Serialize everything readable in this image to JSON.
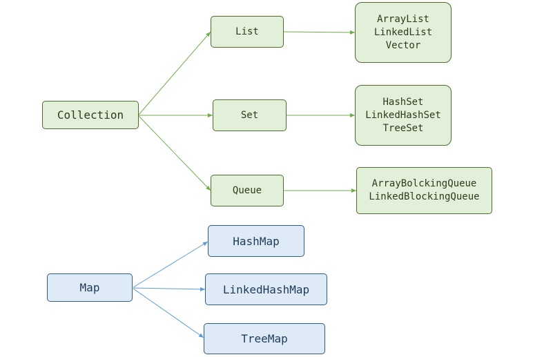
{
  "colors": {
    "green_fill": "#e2efd9",
    "green_stroke": "#4e6b2c",
    "green_edge": "#70ad47",
    "blue_fill": "#deebf7",
    "blue_stroke": "#2e5a86",
    "blue_edge": "#5b9bd5"
  },
  "collection": {
    "root": "Collection",
    "list": {
      "label": "List",
      "impls": [
        "ArrayList",
        "LinkedList",
        "Vector"
      ]
    },
    "set": {
      "label": "Set",
      "impls": [
        "HashSet",
        "LinkedHashSet",
        "TreeSet"
      ]
    },
    "queue": {
      "label": "Queue",
      "impls": [
        "ArrayBolckingQueue",
        "LinkedBlockingQueue"
      ]
    }
  },
  "map": {
    "root": "Map",
    "children": [
      "HashMap",
      "LinkedHashMap",
      "TreeMap"
    ]
  }
}
